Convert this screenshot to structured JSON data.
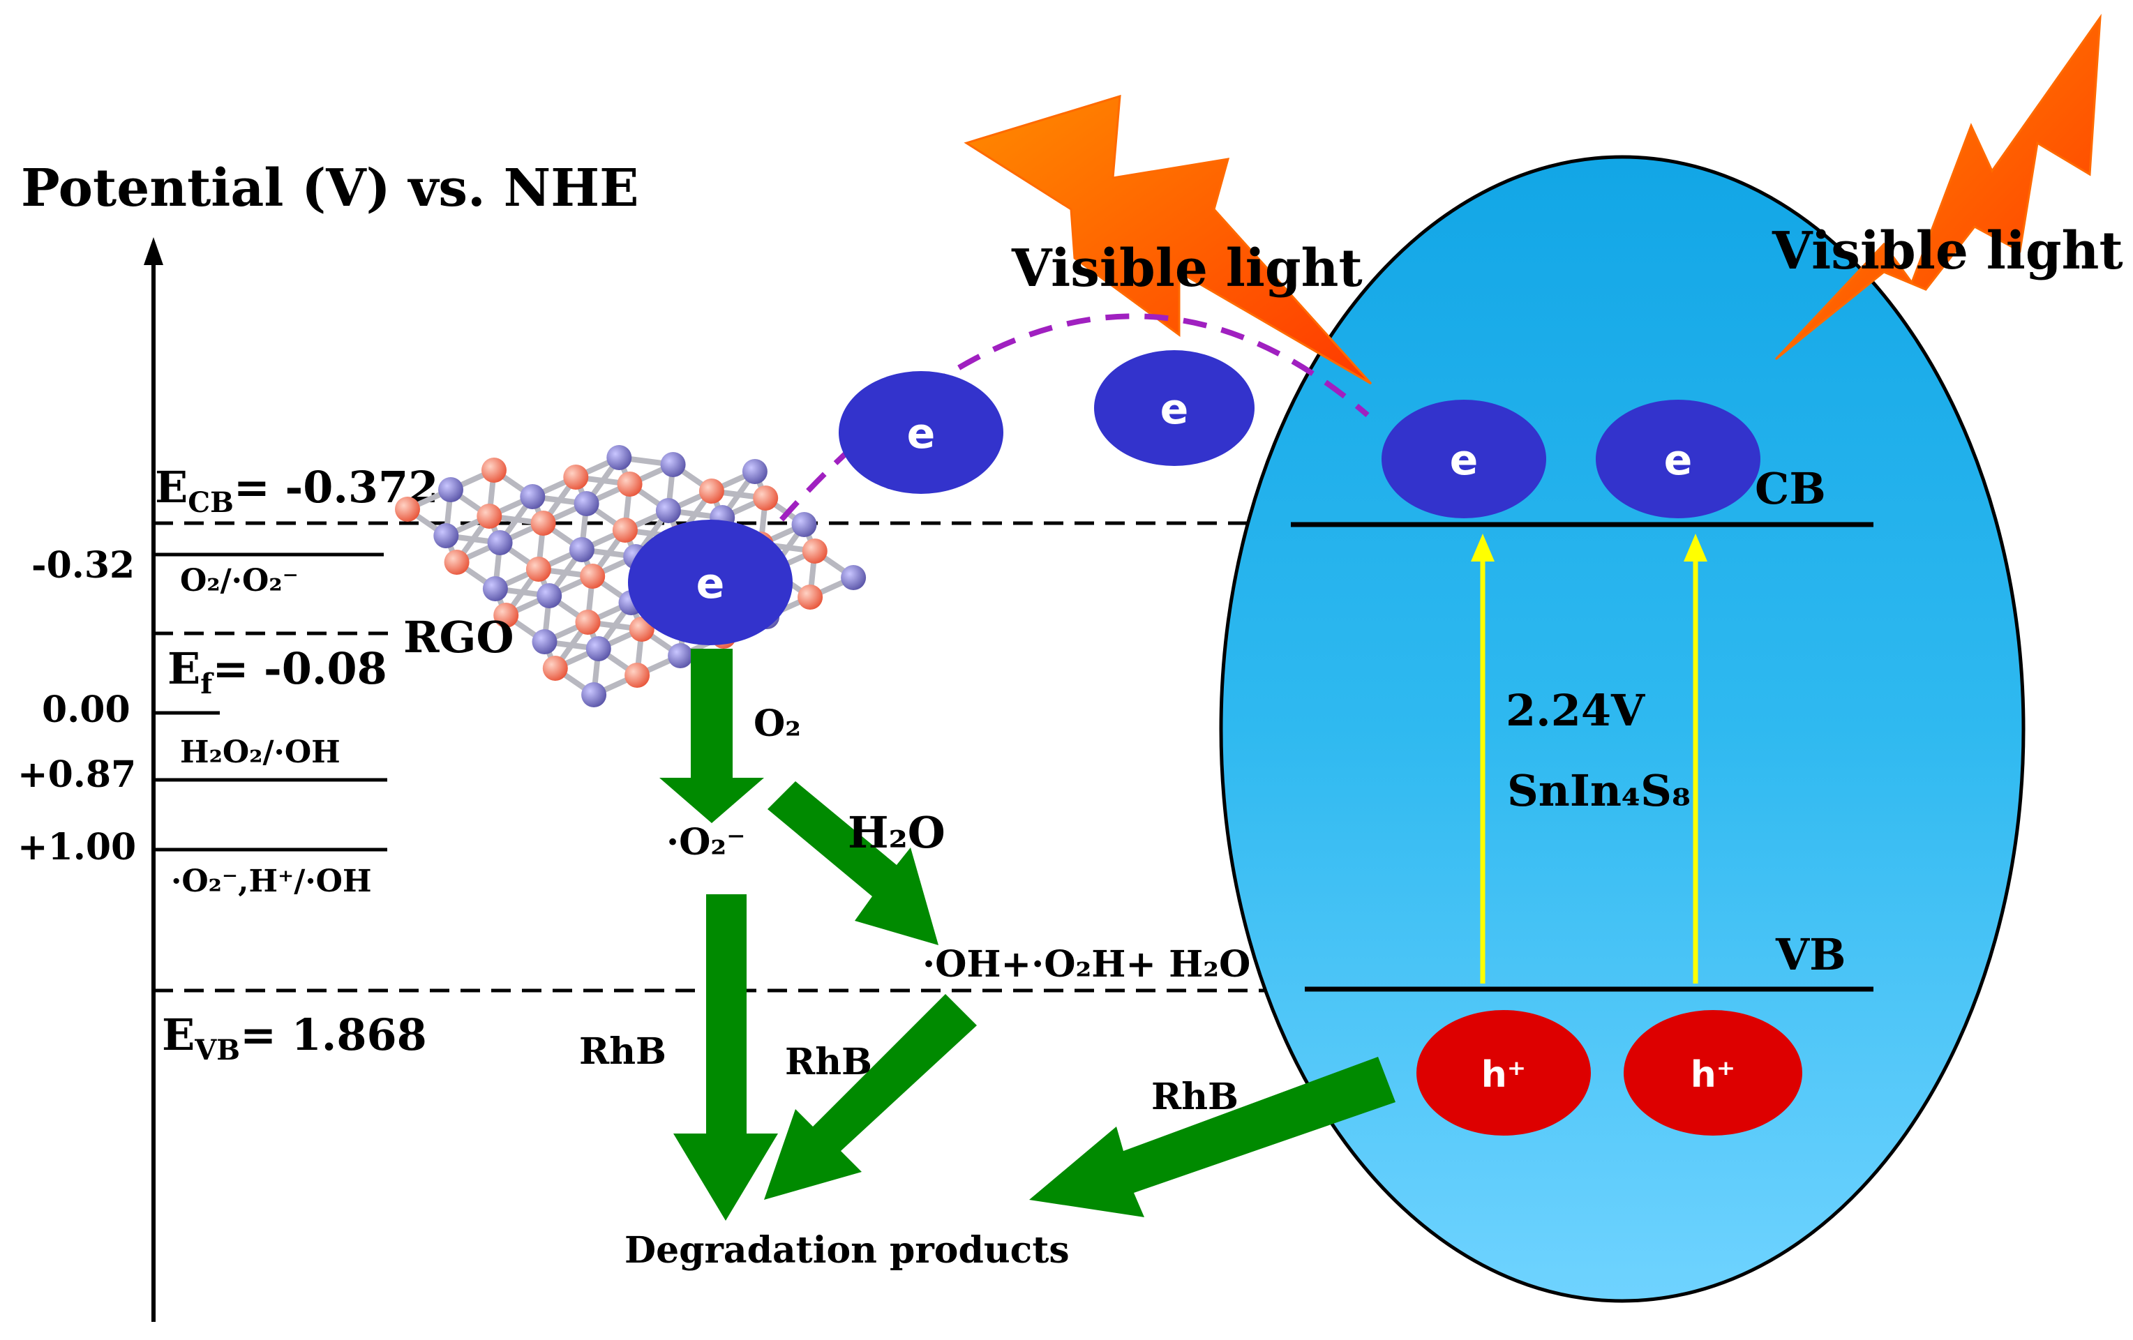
{
  "axis": {
    "title": "Potential (V) vs. NHE",
    "ticks": [
      "-0.32",
      "0.00",
      "+0.87",
      "+1.00"
    ]
  },
  "levels": {
    "ecb": {
      "label": "E",
      "sub": "CB",
      "value": "= -0.372"
    },
    "ef": {
      "label": "E",
      "sub": "f",
      "value": "= -0.08"
    },
    "evb": {
      "label": "E",
      "sub": "VB",
      "value": "= 1.868"
    }
  },
  "couples": {
    "o2": "O₂/·O₂⁻",
    "h2o2": "H₂O₂/·OH",
    "o2h": "·O₂⁻,H⁺/·OH"
  },
  "rgo_label": "RGO",
  "species": {
    "o2": "O₂",
    "superoxide": "·O₂⁻",
    "h2o": "H₂O",
    "radicals": "·OH+·O₂H+ H₂O",
    "rhb": "RhB",
    "products": "Degradation products"
  },
  "semiconductor": {
    "cb": "CB",
    "vb": "VB",
    "bandgap": "2.24V",
    "name": "SnIn₄S₈"
  },
  "carriers": {
    "electron": "e",
    "hole": "h⁺"
  },
  "light": {
    "label_left": "Visible  light",
    "label_right": "Visible  light"
  },
  "colors": {
    "electron": "#3333cc",
    "hole": "#dd0000",
    "arrow": "#008a00",
    "ellipse": "#3ec5f5",
    "bolt": "#ff5a00",
    "bandgap_arrow": "#ffff00",
    "path": "#a020c0"
  }
}
